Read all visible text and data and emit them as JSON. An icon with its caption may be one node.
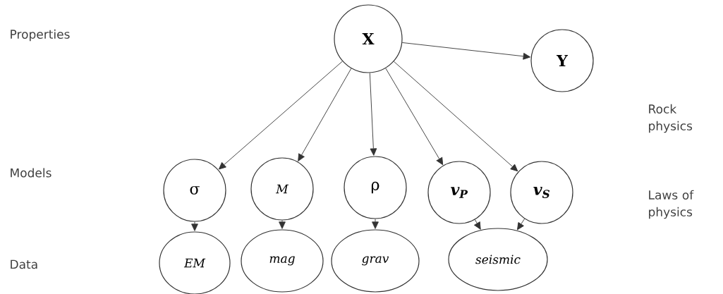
{
  "diagram": {
    "nodes": [
      {
        "text": [
          "X"
        ]
      },
      {
        "text": [
          "Y"
        ]
      },
      {
        "text": [
          "σ"
        ]
      },
      {
        "text": [
          "M"
        ]
      },
      {
        "text": [
          "ρ"
        ]
      },
      {
        "text": [
          "v$_{P}$"
        ]
      },
      {
        "text": [
          "v$_{S}$"
        ]
      },
      {
        "text": [
          "EM"
        ]
      },
      {
        "text": [
          "mag"
        ]
      },
      {
        "text": [
          "grav"
        ]
      },
      {
        "text": [
          "seismic"
        ]
      }
    ],
    "edges": [
      {
        "from": 0,
        "to": 1,
        "arrow": "to"
      },
      {
        "from": 0,
        "to": 2,
        "arrow": "to"
      },
      {
        "from": 0,
        "to": 3,
        "arrow": "to"
      },
      {
        "from": 0,
        "to": 4,
        "arrow": "to"
      },
      {
        "from": 0,
        "to": 5,
        "arrow": "to"
      },
      {
        "from": 0,
        "to": 6,
        "arrow": "to"
      },
      {
        "from": 2,
        "to": 7,
        "arrow": "to"
      },
      {
        "from": 3,
        "to": 8,
        "arrow": "to"
      },
      {
        "from": 4,
        "to": 9,
        "arrow": "to"
      },
      {
        "from": 5,
        "to": 10,
        "arrow": "to"
      },
      {
        "from": 6,
        "to": 10,
        "arrow": "to"
      }
    ],
    "labels": [
      "Properties",
      "Rock physics",
      "Models",
      "Laws of physics",
      "Data"
    ]
  }
}
